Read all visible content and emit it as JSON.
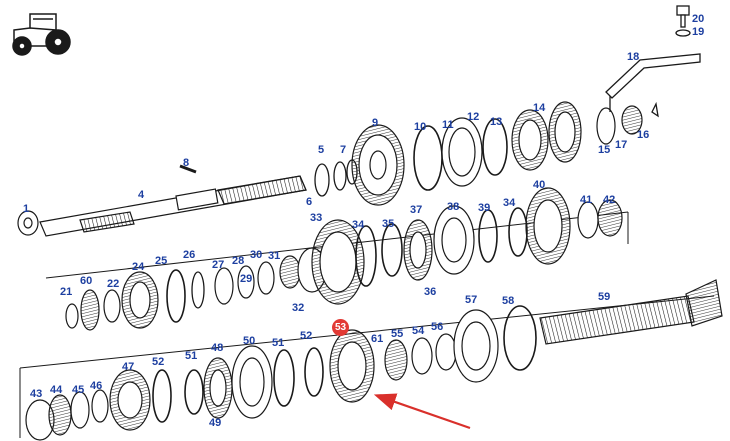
{
  "diagram": {
    "part_numbers": [
      "1",
      "4",
      "5",
      "6",
      "7",
      "8",
      "9",
      "10",
      "11",
      "12",
      "13",
      "14",
      "15",
      "16",
      "17",
      "18",
      "19",
      "20",
      "21",
      "22",
      "24",
      "25",
      "26",
      "27",
      "28",
      "29",
      "30",
      "31",
      "32",
      "33",
      "34",
      "35",
      "36",
      "37",
      "38",
      "39",
      "40",
      "41",
      "42",
      "43",
      "44",
      "45",
      "46",
      "47",
      "48",
      "49",
      "50",
      "51",
      "52",
      "54",
      "55",
      "56",
      "57",
      "58",
      "59",
      "60",
      "61"
    ],
    "highlighted_part": "53",
    "colors": {
      "label": "#1d3fa0",
      "highlight": "#e23a35",
      "arrow": "#d9302b",
      "line": "#1a1a1a"
    },
    "icons": [
      "tractor-icon",
      "pointer-arrow"
    ]
  }
}
